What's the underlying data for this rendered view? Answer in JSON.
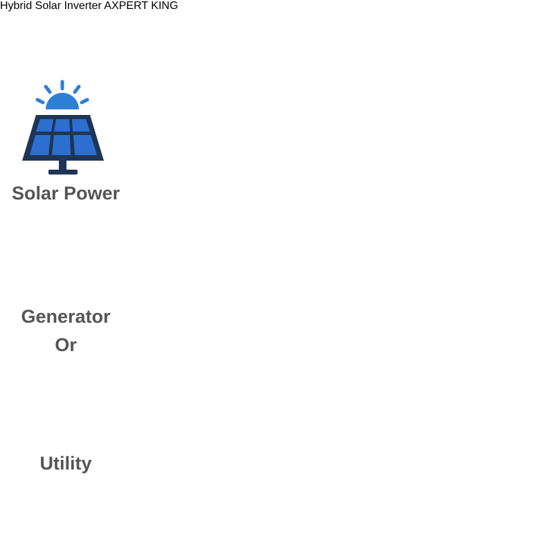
{
  "labels": {
    "solar": "Solar Power",
    "generator": "Generator",
    "or": "Or",
    "utility": "Utility"
  },
  "inverter": {
    "display_title": "Hybrid Solar Inverter",
    "brand_top": "AXPERT",
    "brand_bottom": "KING"
  },
  "colors": {
    "arrow": "#7a7a7a",
    "panel_blue": "#2d6fd1",
    "panel_frame": "#1e3555",
    "generator_red": "#d8282b",
    "battery_blue": "#2a8fd8",
    "inverter_gold": "#f0c419",
    "fan_blue": "#2ea7e0",
    "fan_orange": "#f2a93b",
    "bulb_yellow": "#f6d330"
  },
  "icons": [
    "solar-panel-icon",
    "generator-icon",
    "power-tower-icon",
    "inverter-icon",
    "battery-icon",
    "monitor-icon",
    "laptop-icon",
    "fan-icon",
    "light-bulb-icon"
  ]
}
